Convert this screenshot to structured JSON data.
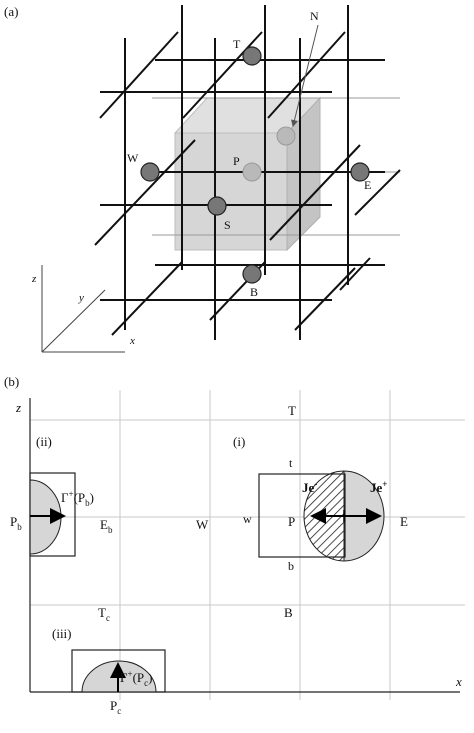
{
  "panel_a": {
    "label": "(a)",
    "nodes": {
      "T": "T",
      "N": "N",
      "W": "W",
      "P": "P",
      "E": "E",
      "S": "S",
      "B": "B"
    },
    "axes": {
      "z": "z",
      "y": "y",
      "x": "x"
    }
  },
  "panel_b": {
    "label": "(b)",
    "axes": {
      "z": "z",
      "x": "x"
    },
    "cases": {
      "i": "(i)",
      "ii": "(ii)",
      "iii": "(iii)"
    },
    "nodes": {
      "T": "T",
      "t": "t",
      "w": "w",
      "P": "P",
      "E": "E",
      "b": "b",
      "B": "B",
      "W": "W",
      "Pb_main": "P",
      "Pb_sub": "b",
      "Eb_main": "E",
      "Eb_sub": "b",
      "Tc_main": "T",
      "Tc_sub": "c",
      "Pc_main": "P",
      "Pc_sub": "c"
    },
    "flux": {
      "Je_minus_main": "Je",
      "Je_minus_sup": "-",
      "Je_plus_main": "Je",
      "Je_plus_sup": "+",
      "gamma_b": {
        "gamma": "Γ",
        "sup": "+",
        "open": "(P",
        "sub": "b",
        "close": ")"
      },
      "gamma_c": {
        "gamma": "Γ",
        "sup": "+",
        "open": "(P",
        "sub": "c",
        "close": ")"
      }
    }
  },
  "colors": {
    "node_fill": "#777777",
    "node_center_fill": "#b9b9b9",
    "cube_face": "#d6d6d6",
    "cube_side": "#c4c4c4",
    "support": "#d0d0d0",
    "grid_line": "#c8c8c8"
  }
}
